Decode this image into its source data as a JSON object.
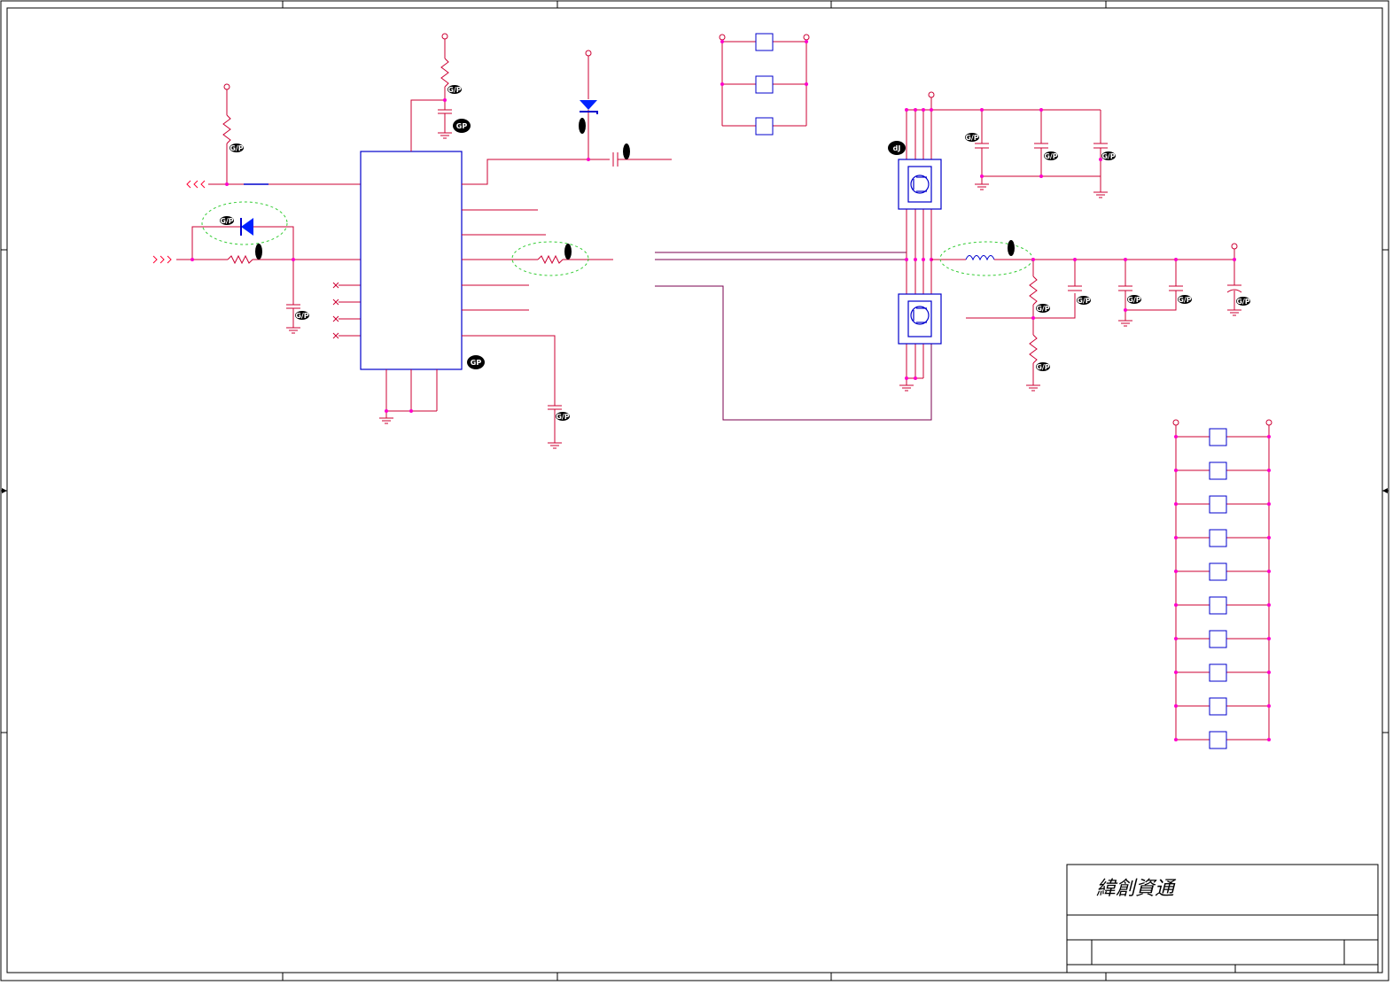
{
  "title_block": {
    "company": "緯創資通"
  },
  "tags": {
    "gp": "GP",
    "gp_small": "G/P",
    "dj": "dJ"
  },
  "colors": {
    "wire": "#cc0033",
    "component": "#0000cc",
    "net": "#7a004f",
    "junction": "#ff00cc",
    "diode_fill": "#0022ff",
    "highlight": "#33cc33"
  }
}
